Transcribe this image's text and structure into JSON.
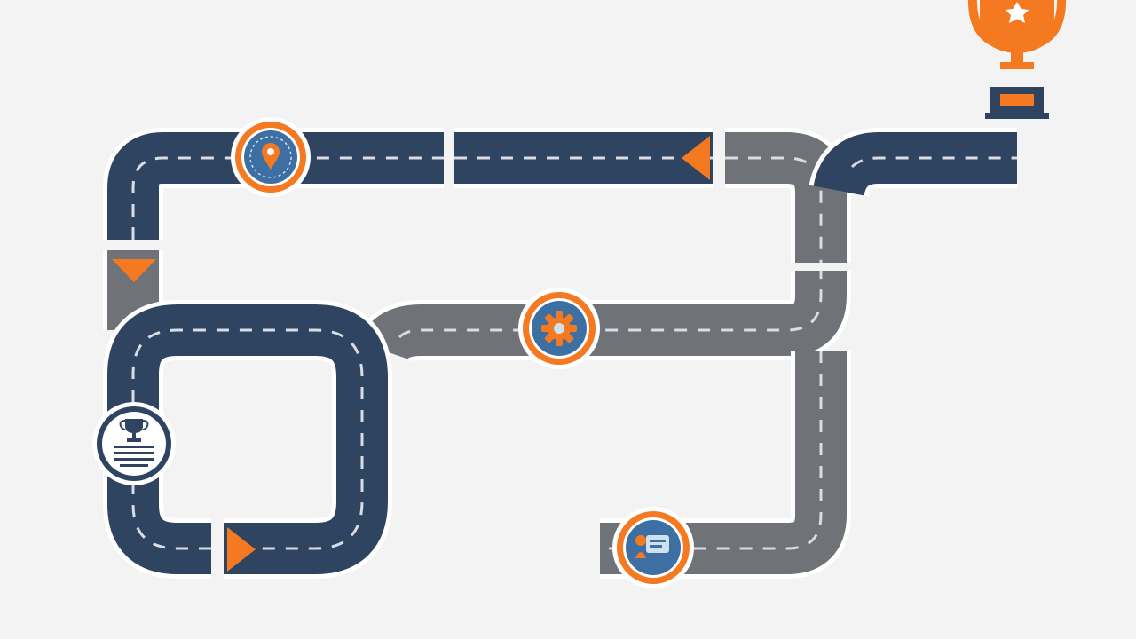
{
  "colors": {
    "background": "#f3f3f3",
    "road_dark": "#2f4461",
    "road_gray": "#6f7377",
    "road_edge": "#ffffff",
    "lane_dash": "#d9dde3",
    "accent": "#f47920",
    "badge_fill": "#3e6fa3",
    "badge_light": "#cfe0ef",
    "trophy_base": "#2f4461"
  },
  "segments": [
    {
      "name": "road-top-left",
      "color": "road_dark"
    },
    {
      "name": "road-top-middle",
      "color": "road_dark"
    },
    {
      "name": "road-top-right-curve",
      "color": "road_gray"
    },
    {
      "name": "road-finish",
      "color": "road_dark"
    },
    {
      "name": "road-left-vertical",
      "color": "road_gray"
    },
    {
      "name": "road-middle-connector",
      "color": "road_gray"
    },
    {
      "name": "road-right-vertical",
      "color": "road_gray"
    },
    {
      "name": "road-start",
      "color": "road_gray"
    },
    {
      "name": "road-loop",
      "color": "road_dark"
    }
  ],
  "milestones": [
    {
      "name": "milestone-location-pin",
      "icon": "location-pin-icon"
    },
    {
      "name": "milestone-gear-team",
      "icon": "gear-icon"
    },
    {
      "name": "milestone-chat",
      "icon": "chat-icon"
    },
    {
      "name": "milestone-award-list",
      "icon": "trophy-icon"
    }
  ],
  "arrows": [
    {
      "name": "arrow-left",
      "direction": "left"
    },
    {
      "name": "arrow-down",
      "direction": "down"
    },
    {
      "name": "arrow-right",
      "direction": "right"
    }
  ],
  "goal": {
    "icon": "trophy-icon"
  }
}
